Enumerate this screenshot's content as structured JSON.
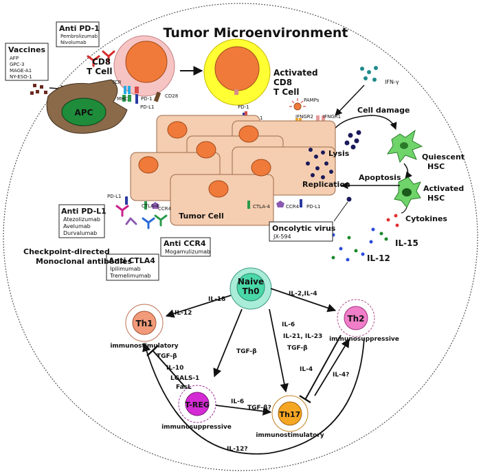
{
  "title": "Tumor Microenvironment",
  "vaccines": {
    "heading": "Vaccines",
    "items": [
      "AFP",
      "GPC-3",
      "MAGE-A1",
      "NY-ESO-1"
    ]
  },
  "anti_pd1": {
    "heading": "Anti PD-1",
    "items": [
      "Pembrolizumab",
      "Nivolumab"
    ]
  },
  "cd8": {
    "line1": "CD8",
    "line2": "T Cell"
  },
  "activated_cd8": {
    "line1": "Activated",
    "line2": "CD8",
    "line3": "T Cell"
  },
  "apc": "APC",
  "tcr": "TCR",
  "mhc": "MHC",
  "pd1_a": "PD-1",
  "pdl1_a": "PD-L1",
  "cd28": "CD28",
  "pd1_b": "PD-1",
  "pdl1_b": "PD-L1",
  "ifn_gamma": "IFN-γ",
  "pamps": "PAMPs",
  "ifngr2": "IFNGR2",
  "ifngr1": "IFNGR1",
  "cell_damage": "Cell damage",
  "lysis": "Lysis",
  "quiescent_hsc": {
    "line1": "Quiescent",
    "line2": "HSC"
  },
  "apoptosis": "Apoptosis",
  "activated_hsc": {
    "line1": "Activated",
    "line2": "HSC"
  },
  "replication": "Replication",
  "cytokines": "Cytokines",
  "il15": "IL-15",
  "il12_dots": "IL-12",
  "tumor_cell": "Tumor Cell",
  "pdl1_c": "PD-L1",
  "ctla4_a": "CTLA-4",
  "ccr4_a": "CCR4",
  "ctla4_b": "CTLA-4",
  "ccr4_b": "CCR4",
  "pdl1_d": "PD-L1",
  "anti_pdl1": {
    "heading": "Anti PD-L1",
    "items": [
      "Atezolizumab",
      "Avelumab",
      "Durvalumab"
    ]
  },
  "anti_ccr4": {
    "heading": "Anti CCR4",
    "items": [
      "Mogamulizumab"
    ]
  },
  "anti_ctla4": {
    "heading": "Anti CTLA4",
    "items": [
      "Ipilimumab",
      "Tremelimumab"
    ]
  },
  "checkpoint": {
    "line1": "Checkpoint-directed",
    "line2": "Monoclonal antibodies"
  },
  "oncolytic": {
    "heading": "Oncolytic virus",
    "item": "JX-594"
  },
  "th_diagram": {
    "naive": {
      "line1": "Naive",
      "line2": "Th0"
    },
    "th1": "Th1",
    "th1_label": "immunostimulatory",
    "th2": "Th2",
    "th2_label": "immunosuppressive",
    "treg": "T-REG",
    "treg_label": "immunosuppressive",
    "th17": "Th17",
    "th17_label": "immunostimulatory",
    "il18": "IL-18",
    "il12": "IL-12",
    "il2_il4": "IL-2,IL-4",
    "tgfb_treg": "TGF-β",
    "th17_factors": [
      "IL-6",
      "IL-21, IL-23",
      "TGF-β"
    ],
    "treg_inhib": [
      "TGF-β",
      "IL-10",
      "LGALS-1",
      "FasL"
    ],
    "il6": "IL-6",
    "tgfb_q": "TGF-β?",
    "il4": "IL-4",
    "il4_q": "IL-4?",
    "il12_q": "IL-12?"
  },
  "colors": {
    "tumor_cell": "#f5cdb0",
    "nucleus": "#f07a3a",
    "cd8": "#f7c4c4",
    "activated_cd8": "#ffff33",
    "apc": "#8b6a4a",
    "apc_nucleus": "#1e8c3a",
    "hsc": "#6fd46a",
    "naive": "#a9ecd8",
    "th1_nucleus": "#f29b7a",
    "th2_nucleus": "#f07ec8",
    "treg_nucleus": "#d42ad4",
    "th17_nucleus": "#f5a623"
  }
}
